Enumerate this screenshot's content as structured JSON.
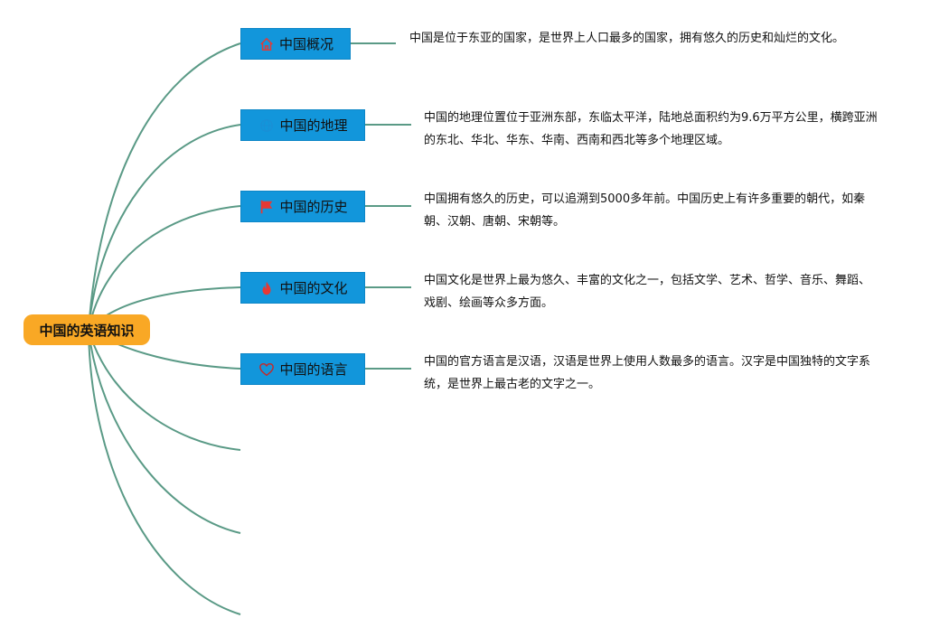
{
  "root": {
    "label": "中国的英语知识",
    "color": "#f9a825"
  },
  "line_color": "#5a9a86",
  "branch_color": "#1296db",
  "branches": [
    {
      "label": "中国概况",
      "icon": "home-icon",
      "icon_color": "#e53935",
      "text": "中国是位于东亚的国家，是世界上人口最多的国家，拥有悠久的历史和灿烂的文化。"
    },
    {
      "label": "中国的地理",
      "icon": "globe-icon",
      "icon_color": "#1a8fd6",
      "text": "中国的地理位置位于亚洲东部，东临太平洋，陆地总面积约为9.6万平方公里，横跨亚洲的东北、华北、华东、华南、西南和西北等多个地理区域。"
    },
    {
      "label": "中国的历史",
      "icon": "flag-icon",
      "icon_color": "#e53935",
      "text": "中国拥有悠久的历史，可以追溯到5000多年前。中国历史上有许多重要的朝代，如秦朝、汉朝、唐朝、宋朝等。"
    },
    {
      "label": "中国的文化",
      "icon": "fire-icon",
      "icon_color": "#e53935",
      "text": "中国文化是世界上最为悠久、丰富的文化之一，包括文学、艺术、哲学、音乐、舞蹈、戏剧、绘画等众多方面。"
    },
    {
      "label": "中国的语言",
      "icon": "heart-icon",
      "icon_color": "#c62828",
      "text": "中国的官方语言是汉语，汉语是世界上使用人数最多的语言。汉字是中国独特的文字系统，是世界上最古老的文字之一。"
    }
  ],
  "empty_branches": 3
}
